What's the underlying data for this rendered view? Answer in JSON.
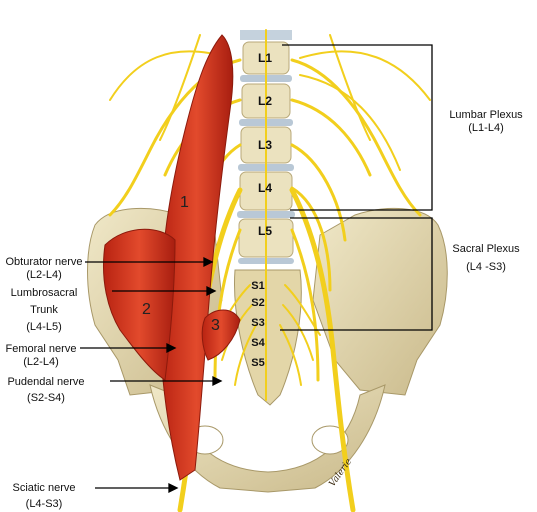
{
  "vertebrae": [
    "L1",
    "L2",
    "L3",
    "L4",
    "L5"
  ],
  "sacral": [
    "S1",
    "S2",
    "S3",
    "S4",
    "S5"
  ],
  "muscle_numbers": [
    "1",
    "2",
    "3"
  ],
  "left_labels": {
    "obturator": {
      "name": "Obturator nerve",
      "roots": "(L2-L4)"
    },
    "lumbosacral": {
      "name1": "Lumbrosacral",
      "name2": "Trunk",
      "roots": "(L4-L5)"
    },
    "femoral": {
      "name": "Femoral nerve",
      "roots": "(L2-L4)"
    },
    "pudendal": {
      "name": "Pudendal nerve",
      "roots": "(S2-S4)"
    },
    "sciatic": {
      "name": "Sciatic nerve",
      "roots": "(L4-S3)"
    }
  },
  "right_labels": {
    "lumbar": {
      "name": "Lumbar Plexus",
      "roots": "(L1-L4)"
    },
    "sacral": {
      "name": "Sacral Plexus",
      "roots": "(L4 -S3)"
    }
  },
  "signature": "Valerie",
  "colors": {
    "muscle": "#d2361e",
    "nerve": "#f2cf1d",
    "bone": "#e6dcb4",
    "disc": "#b9c8d6"
  }
}
